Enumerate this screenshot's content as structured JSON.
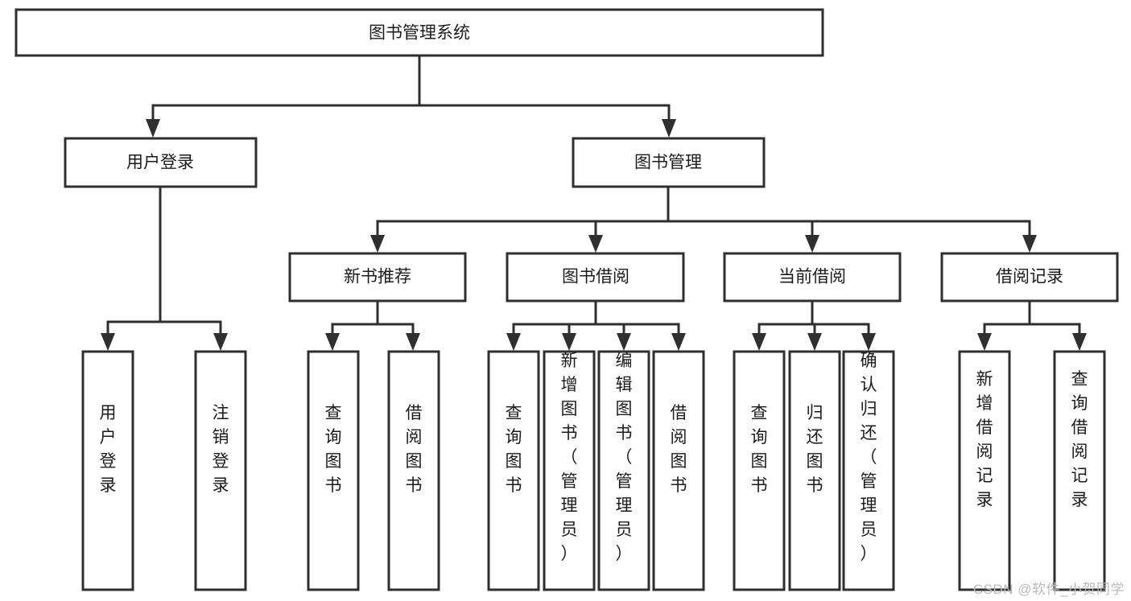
{
  "diagram": {
    "type": "tree-hierarchy",
    "title": "图书管理系统",
    "watermark": "CSDN @软件_小贺同学",
    "colors": {
      "stroke": "#2f2f2f",
      "box_fill": "#ffffff",
      "text": "#1b1b1b",
      "background": "#ffffff",
      "watermark": "#b9b9b9"
    },
    "root": {
      "label": "图书管理系统"
    },
    "level2": [
      {
        "label": "用户登录"
      },
      {
        "label": "图书管理"
      }
    ],
    "level3": [
      {
        "label": "新书推荐"
      },
      {
        "label": "图书借阅"
      },
      {
        "label": "当前借阅"
      },
      {
        "label": "借阅记录"
      }
    ],
    "leaves": {
      "user_login": [
        {
          "lines": [
            "用",
            "户",
            "登",
            "录"
          ],
          "text": "用户登录"
        },
        {
          "lines": [
            "注",
            "销",
            "登",
            "录"
          ],
          "text": "注销登录"
        }
      ],
      "new_book": [
        {
          "lines": [
            "查",
            "询",
            "图",
            "书"
          ],
          "text": "查询图书"
        },
        {
          "lines": [
            "借",
            "阅",
            "图",
            "书"
          ],
          "text": "借阅图书"
        }
      ],
      "borrow_book": [
        {
          "lines": [
            "查",
            "询",
            "图",
            "书"
          ],
          "text": "查询图书"
        },
        {
          "lines": [
            "新",
            "增",
            "图",
            "书",
            "（",
            "管",
            "理",
            "员",
            "）"
          ],
          "text": "新增图书（管理员）"
        },
        {
          "lines": [
            "编",
            "辑",
            "图",
            "书",
            "（",
            "管",
            "理",
            "员",
            "）"
          ],
          "text": "编辑图书（管理员）"
        },
        {
          "lines": [
            "借",
            "阅",
            "图",
            "书"
          ],
          "text": "借阅图书"
        }
      ],
      "current_borrow": [
        {
          "lines": [
            "查",
            "询",
            "图",
            "书"
          ],
          "text": "查询图书"
        },
        {
          "lines": [
            "归",
            "还",
            "图",
            "书"
          ],
          "text": "归还图书"
        },
        {
          "lines": [
            "确",
            "认",
            "归",
            "还",
            "（",
            "管",
            "理",
            "员",
            "）"
          ],
          "text": "确认归还（管理员）"
        }
      ],
      "borrow_record": [
        {
          "lines": [
            "新",
            "增",
            "借",
            "阅",
            "记",
            "录"
          ],
          "text": "新增借阅记录"
        },
        {
          "lines": [
            "查",
            "询",
            "借",
            "阅",
            "记",
            "录"
          ],
          "text": "查询借阅记录"
        }
      ]
    }
  }
}
